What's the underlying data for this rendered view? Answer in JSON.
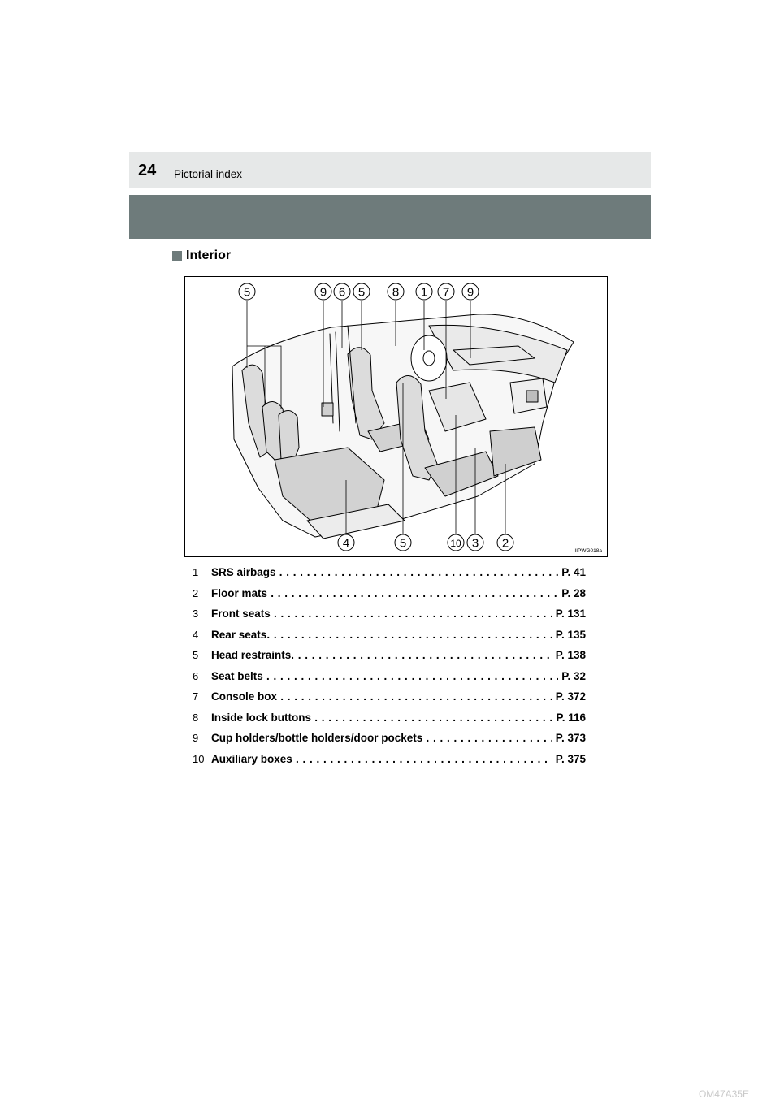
{
  "header": {
    "page_number": "24",
    "section": "Pictorial index"
  },
  "subheading": "Interior",
  "figure": {
    "code": "IIPWG018a",
    "top_callouts": [
      "5",
      "9",
      "6",
      "5",
      "8",
      "1",
      "7",
      "9"
    ],
    "bottom_callouts": [
      "4",
      "5",
      "10",
      "3",
      "2"
    ]
  },
  "legend": [
    {
      "num": "1",
      "label": "SRS airbags",
      "page": "P. 41"
    },
    {
      "num": "2",
      "label": "Floor mats",
      "page": "P. 28"
    },
    {
      "num": "3",
      "label": "Front seats",
      "page": "P. 131"
    },
    {
      "num": "4",
      "label": "Rear seats",
      "page": "P. 135"
    },
    {
      "num": "5",
      "label": "Head restraints",
      "page": "P. 138"
    },
    {
      "num": "6",
      "label": "Seat belts",
      "page": "P. 32"
    },
    {
      "num": "7",
      "label": "Console box",
      "page": "P. 372"
    },
    {
      "num": "8",
      "label": "Inside lock buttons",
      "page": "P. 116"
    },
    {
      "num": "9",
      "label": "Cup holders/bottle holders/door pockets",
      "page": "P. 373"
    },
    {
      "num": "10",
      "label": "Auxiliary boxes",
      "page": "P. 375"
    }
  ],
  "footer": {
    "watermark": "OM47A35E"
  }
}
